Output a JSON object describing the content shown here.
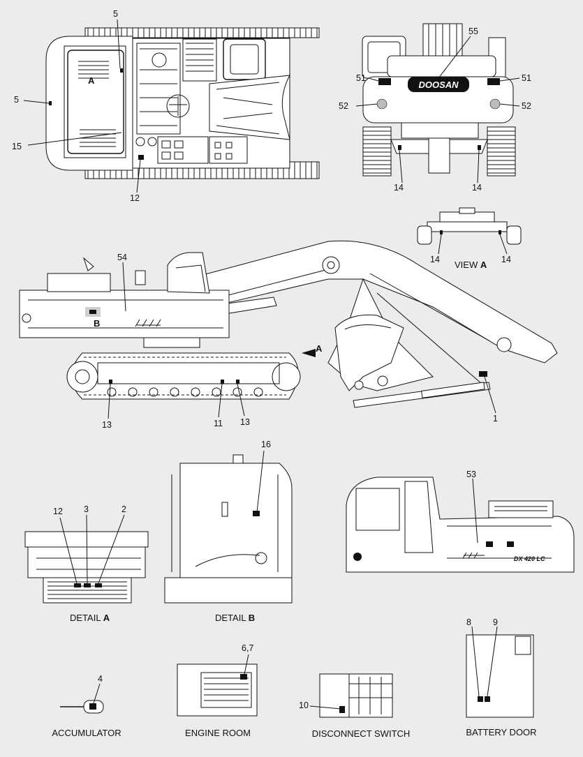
{
  "callouts": {
    "top_5a": "5",
    "top_5b": "5",
    "top_15": "15",
    "top_12": "12",
    "rear_55": "55",
    "rear_51a": "51",
    "rear_51b": "51",
    "rear_52a": "52",
    "rear_52b": "52",
    "rear_14a": "14",
    "rear_14b": "14",
    "side_54": "54",
    "side_13a": "13",
    "side_11": "11",
    "side_13b": "13",
    "side_1": "1",
    "view_14a": "14",
    "view_14b": "14",
    "da_12": "12",
    "da_3": "3",
    "da_2": "2",
    "db_16": "16",
    "cab_53": "53",
    "acc_4": "4",
    "eng_67": "6,7",
    "disc_10": "10",
    "bat_8": "8",
    "bat_9": "9"
  },
  "markers": {
    "top_A": "A",
    "side_B": "B",
    "side_arrow_A": "A"
  },
  "brand": "DOOSAN",
  "model_badge": "DX 420 LC",
  "captions": {
    "view_a": {
      "text": "VIEW ",
      "letter": "A"
    },
    "detail_a": {
      "text": "DETAIL ",
      "letter": "A"
    },
    "detail_b": {
      "text": "DETAIL ",
      "letter": "B"
    },
    "accumulator": "ACCUMULATOR",
    "engine_room": "ENGINE ROOM",
    "disconnect_switch": "DISCONNECT SWITCH",
    "battery_door": "BATTERY DOOR"
  }
}
